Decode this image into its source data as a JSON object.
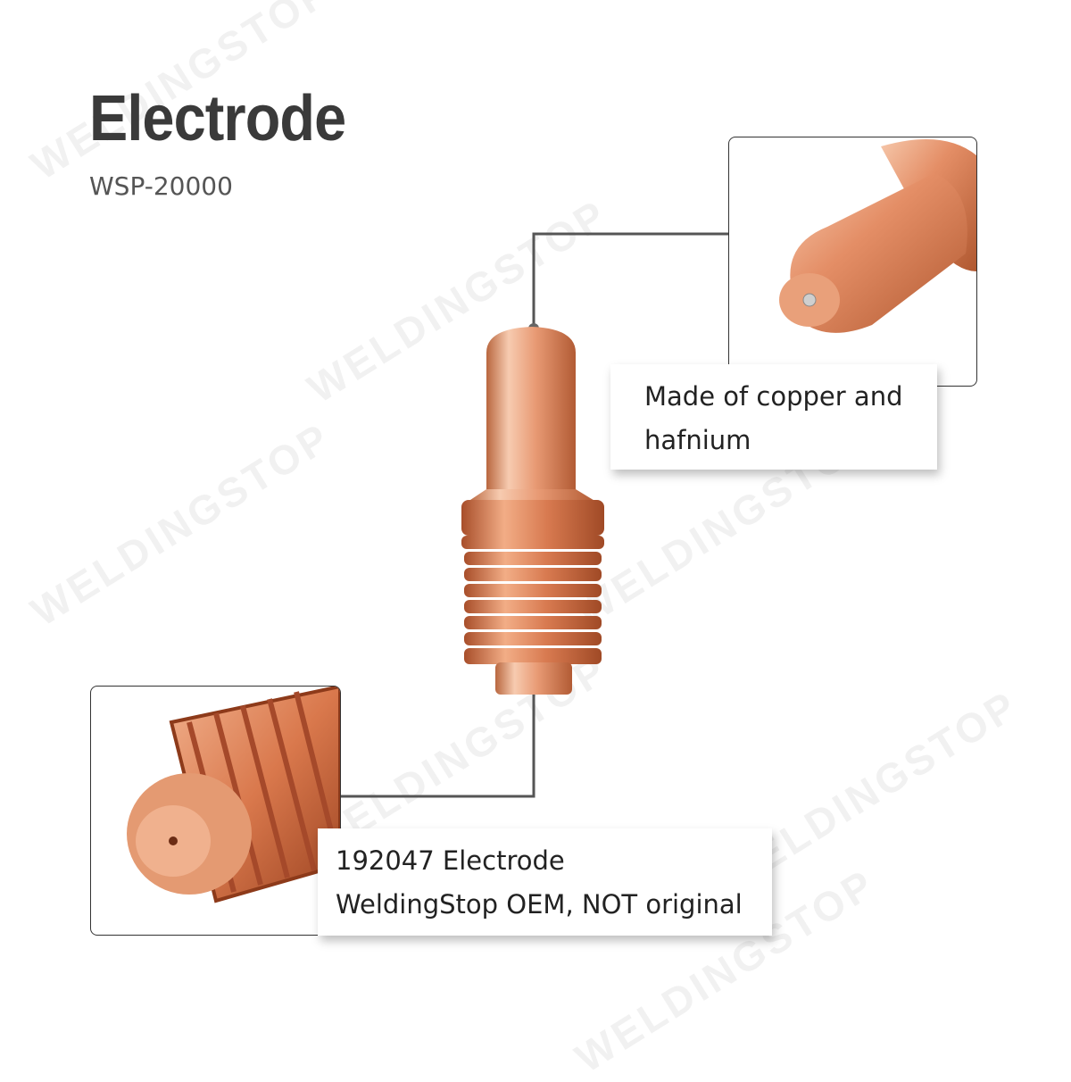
{
  "title": "Electrode",
  "subtitle": "WSP-20000",
  "callout_top": {
    "line1": "Made of copper and",
    "line2": "hafnium"
  },
  "callout_bottom": {
    "line1": "192047 Electrode",
    "line2": "WeldingStop OEM, NOT original"
  },
  "watermark": "WELDINGSTOP",
  "colors": {
    "copper": "#e08a62",
    "copper_light": "#f6c3a4",
    "copper_dark": "#a8502e",
    "title": "#3a3a3a",
    "leader": "#555555"
  }
}
